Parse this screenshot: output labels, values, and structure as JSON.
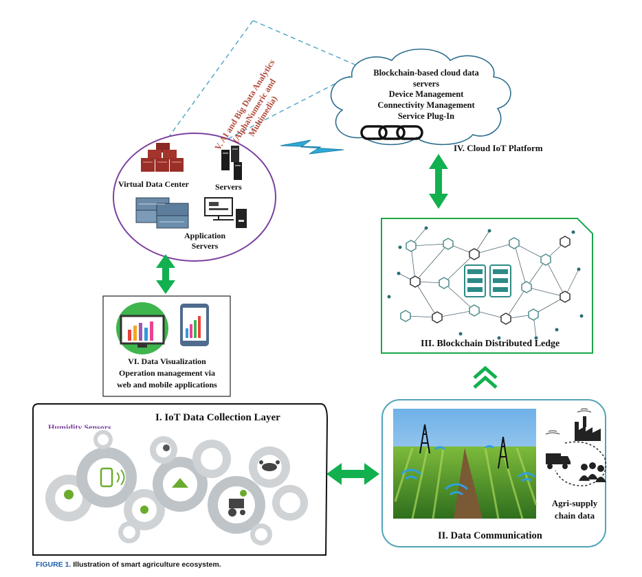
{
  "analytics": {
    "line1": "V. AI and Big Data Analytics",
    "line2": "(AlphaNumeric and",
    "line3": "Multimedia)"
  },
  "cloud": {
    "line1": "Blockchain-based cloud data",
    "line2": "servers",
    "line3": "Device Management",
    "line4": "Connectivity Management",
    "line5": "Service Plug-In",
    "title": "IV. Cloud IoT Platform"
  },
  "datacenter": {
    "virtual_label": "Virtual Data Center",
    "servers_label": "Servers",
    "app_servers_label_1": "Application",
    "app_servers_label_2": "Servers"
  },
  "blockchain": {
    "title": "III. Blockchain Distributed Ledge"
  },
  "visualization": {
    "line1": "VI. Data Visualization",
    "line2": "Operation management via",
    "line3": "web and mobile applications"
  },
  "collection": {
    "title": "I. IoT Data Collection Layer",
    "partial_label": "Humidity Sensors"
  },
  "communication": {
    "title": "II. Data Communication",
    "supply_1": "Agri-supply",
    "supply_2": "chain data"
  },
  "caption": {
    "figure": "FIGURE 1.",
    "text": "Illustration of smart agriculture ecosystem."
  },
  "colors": {
    "arrow_green": "#12b04f",
    "blockchain_border": "#1aa64a",
    "purple_ellipse": "#7b3f9e",
    "cloud_stroke": "#2b6d8f",
    "comm_border": "#4fa3b8",
    "analytics_text": "#b24a3a",
    "dashed_blue": "#4ba3c7"
  }
}
